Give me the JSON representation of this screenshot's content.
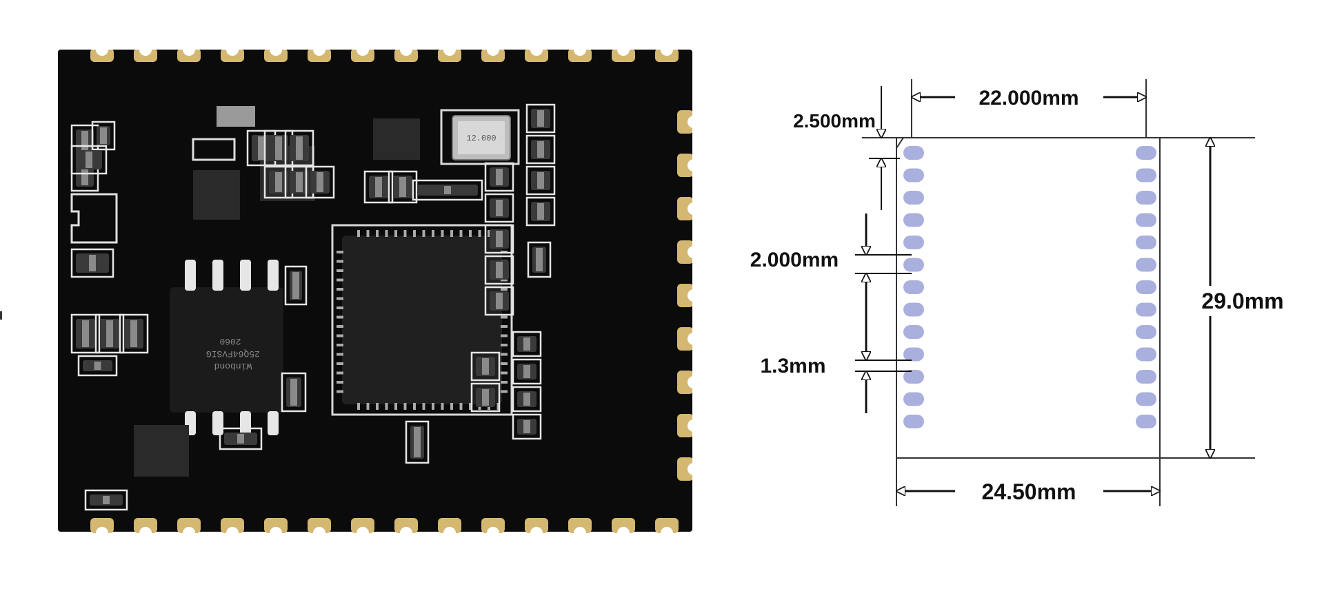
{
  "drawing": {
    "dims": {
      "top_width": "22.000mm",
      "offset": "2.500mm",
      "pin_pitch": "2.000mm",
      "pad_width": "1.3mm",
      "height": "29.0mm",
      "bottom_width": "24.50mm"
    },
    "pad_color": "#aab0dd",
    "pad_count_per_side": 13
  },
  "photo": {
    "flash_chip_marking": [
      "Winbond",
      "25Q64FVSIG",
      "2060"
    ],
    "crystal_marking": "12.000",
    "board_color": "#0b0b0b",
    "silkscreen_color": "#e6e6e6",
    "pad_color": "#d4b872"
  }
}
